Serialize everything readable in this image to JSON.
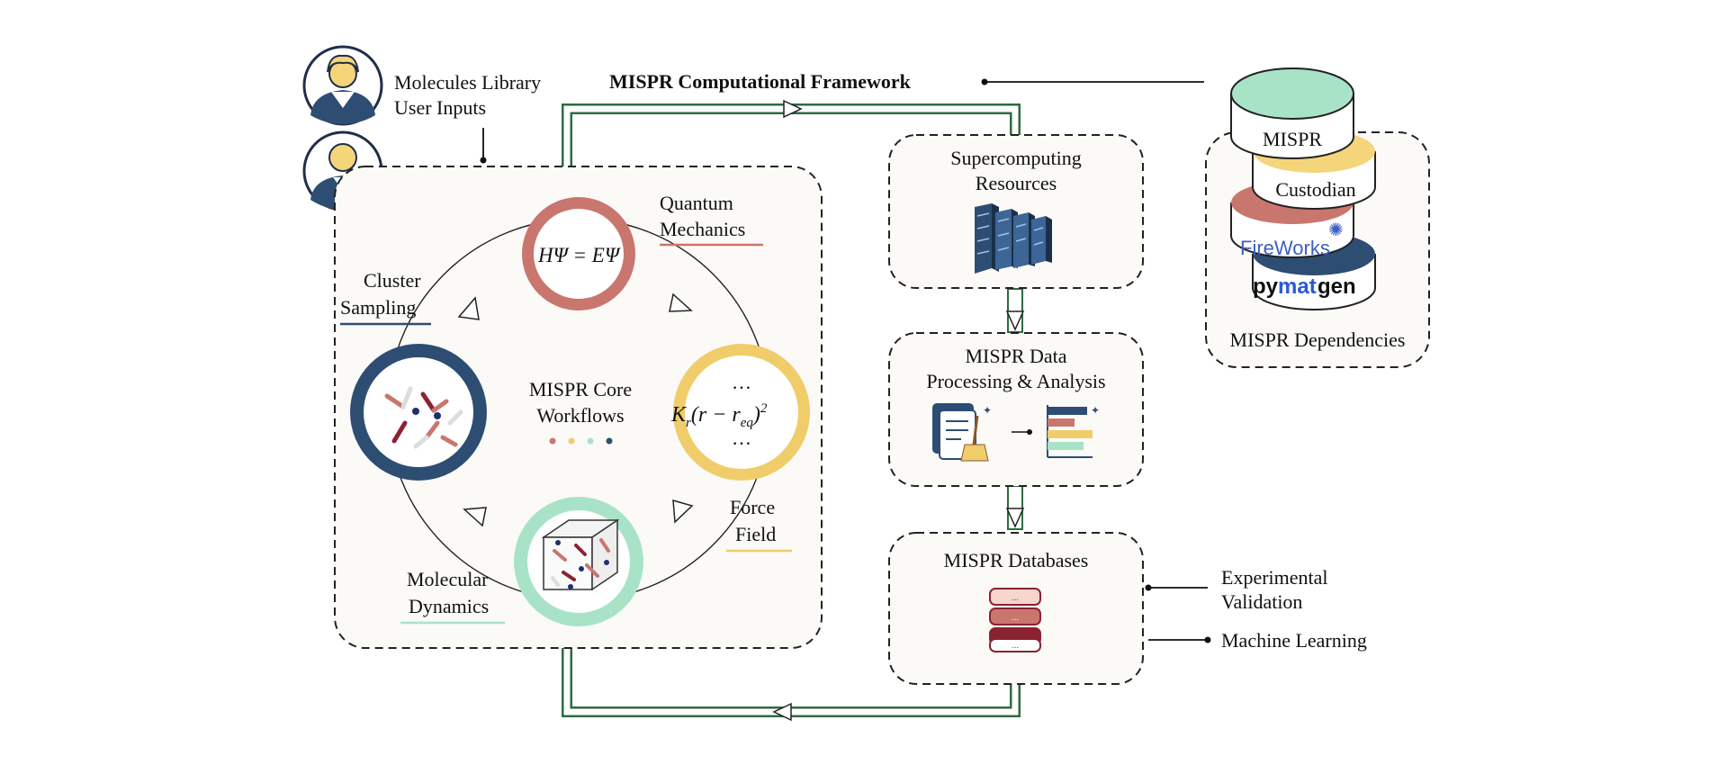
{
  "title": "MISPR Computational Framework",
  "user_inputs": {
    "line1": "Molecules Library",
    "line2": "User Inputs"
  },
  "core": {
    "label_line1": "MISPR Core",
    "label_line2": "Workflows",
    "quantum": {
      "line1": "Quantum",
      "line2": "Mechanics",
      "equation": "HΨ = EΨ"
    },
    "cluster": {
      "line1": "Cluster",
      "line2": "Sampling"
    },
    "forcefield": {
      "line1": "Force",
      "line2": "Field",
      "ellipsis_top": "…",
      "ellipsis_bottom": "…"
    },
    "md": {
      "line1": "Molecular",
      "line2": "Dynamics"
    }
  },
  "supercomputing": {
    "line1": "Supercomputing",
    "line2": "Resources"
  },
  "analysis": {
    "line1": "MISPR Data",
    "line2": "Processing & Analysis"
  },
  "databases": {
    "label": "MISPR Databases",
    "db_dots": "..."
  },
  "outputs": {
    "exp_line1": "Experimental",
    "exp_line2": "Validation",
    "ml": "Machine Learning"
  },
  "dependencies": {
    "label": "MISPR Dependencies",
    "layer1": "MISPR",
    "layer2": "Custodian",
    "layer3": "FireWorks",
    "layer4_a": "py",
    "layer4_b": "mat",
    "layer4_c": "gen"
  },
  "colors": {
    "quantum_ring": "#c9766f",
    "cluster_ring": "#2e4d73",
    "forcefield_ring": "#f0cc6a",
    "md_ring": "#a8e3c8",
    "green_frame": "#2f6b3e",
    "mispr_cyl": "#a8e3c8",
    "custodian_cyl": "#f5d57a",
    "fireworks_cyl": "#c9766f",
    "pymatgen_cyl": "#2e4d73"
  }
}
